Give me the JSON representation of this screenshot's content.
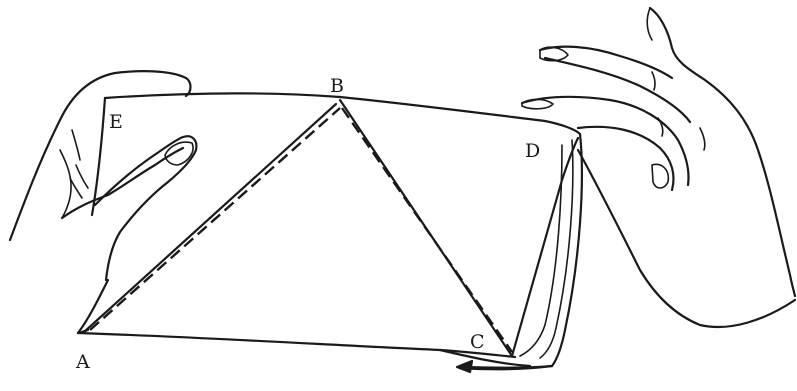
{
  "labels": {
    "a": "A",
    "b": "B",
    "c": "C",
    "d": "D",
    "e": "E"
  },
  "colors": {
    "ink": "#1a1a1a",
    "paper": "#ffffff"
  }
}
